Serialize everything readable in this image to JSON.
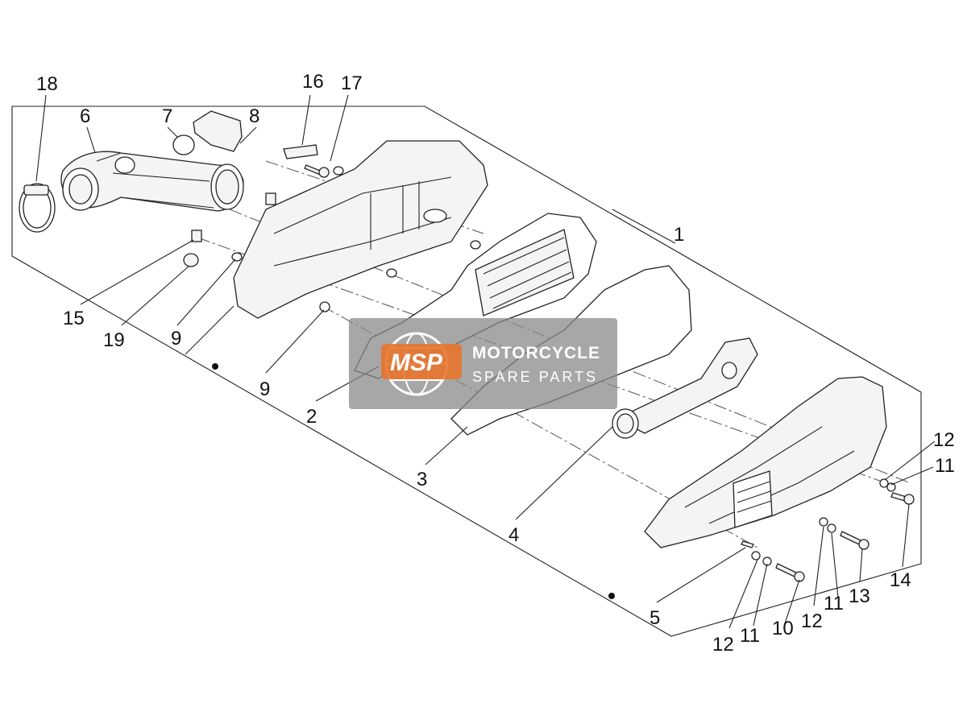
{
  "callouts": {
    "c1": "1",
    "c2": "2",
    "c3": "3",
    "c4": "4",
    "c5": "5",
    "c6": "6",
    "c7": "7",
    "c8": "8",
    "c9a": "9",
    "c9b": "9",
    "c10": "10",
    "c11a": "11",
    "c11b": "11",
    "c11c": "11",
    "c12a": "12",
    "c12b": "12",
    "c12c": "12",
    "c13": "13",
    "c14": "14",
    "c15": "15",
    "c16": "16",
    "c17": "17",
    "c18": "18",
    "c19": "19"
  },
  "watermark": {
    "logo": "MSP",
    "line1": "MOTORCYCLE",
    "line2": "SPARE PARTS"
  },
  "colors": {
    "watermark_box": "#8a8a8a",
    "watermark_accent": "#e8742e"
  }
}
